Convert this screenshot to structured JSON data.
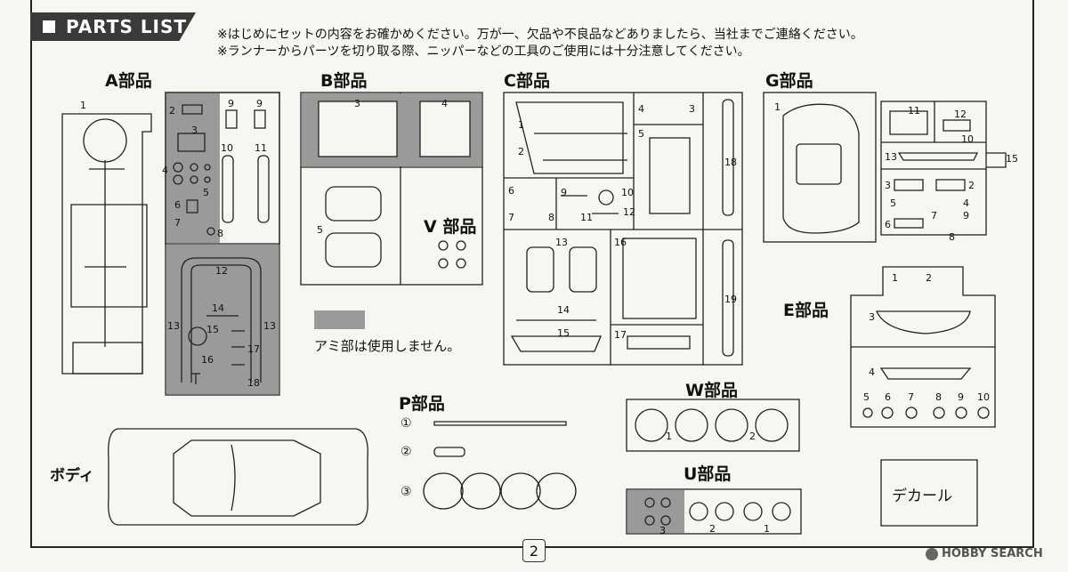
{
  "header": {
    "title": "PARTS LIST"
  },
  "notes": [
    "※はじめにセットの内容をお確かめください。万が一、欠品や不良品などありましたら、当社までご連絡ください。",
    "※ランナーからパーツを切り取る際、ニッパーなどの工具のご使用には十分注意してください。"
  ],
  "runners": {
    "A": "A部品",
    "B": "B部品",
    "C": "C部品",
    "G": "G部品",
    "V": "V 部品",
    "E": "E部品",
    "P": "P部品",
    "W": "W部品",
    "U": "U部品"
  },
  "labels": {
    "body": "ボディ",
    "decal": "デカール",
    "mesh_note": "アミ部は使用しません。",
    "page": "2",
    "watermark": "HOBBY SEARCH"
  },
  "part_numbers": {
    "A": [
      "1",
      "2",
      "3",
      "4",
      "5",
      "6",
      "7",
      "8",
      "9",
      "9",
      "10",
      "11",
      "12",
      "13",
      "13",
      "14",
      "15",
      "16",
      "17",
      "18"
    ],
    "B": [
      "3",
      "4",
      "5"
    ],
    "C": [
      "1",
      "2",
      "4",
      "3",
      "5",
      "6",
      "7",
      "8",
      "9",
      "10",
      "11",
      "12",
      "13",
      "14",
      "15",
      "16",
      "17",
      "18",
      "19"
    ],
    "G": [
      "1",
      "11",
      "12",
      "10",
      "13",
      "15",
      "3",
      "2",
      "5",
      "4",
      "6",
      "7",
      "9",
      "8"
    ],
    "E": [
      "1",
      "2",
      "3",
      "4",
      "5",
      "6",
      "7",
      "8",
      "9",
      "10"
    ],
    "P": [
      "①",
      "②",
      "③"
    ],
    "W": [
      "1",
      "2"
    ],
    "U": [
      "3",
      "2",
      "1"
    ]
  },
  "colors": {
    "runner_gray": "#9a9a9a",
    "ink": "#222222",
    "header_bg": "#3a3a3a"
  }
}
